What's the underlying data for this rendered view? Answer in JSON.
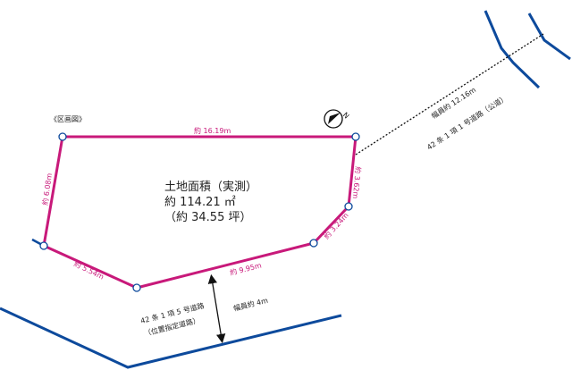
{
  "title": "《区画図》",
  "area": {
    "line1": "土地面積（実測）",
    "line2": "約 114.21 ㎡",
    "line3": "（約 34.55 坪）"
  },
  "sides": {
    "top": "約 16.19m",
    "left": "約 6.08m",
    "right_upper": "約 3.62m",
    "right_lower": "約 3.24m",
    "bottom_right": "約 9.95m",
    "bottom_left": "約 5.54m"
  },
  "roads": {
    "public_width": "幅員約 12.16m",
    "public_type": "42 条 1 項 1 号道路（公道）",
    "private_type": "42 条 1 項 5 号道路",
    "private_note": "（位置指定道路）",
    "private_width": "幅員約 4m"
  },
  "compass_label": "N",
  "colors": {
    "boundary": "#c8197a",
    "road": "#0d4a9c",
    "vertex_fill": "#ffffff"
  }
}
